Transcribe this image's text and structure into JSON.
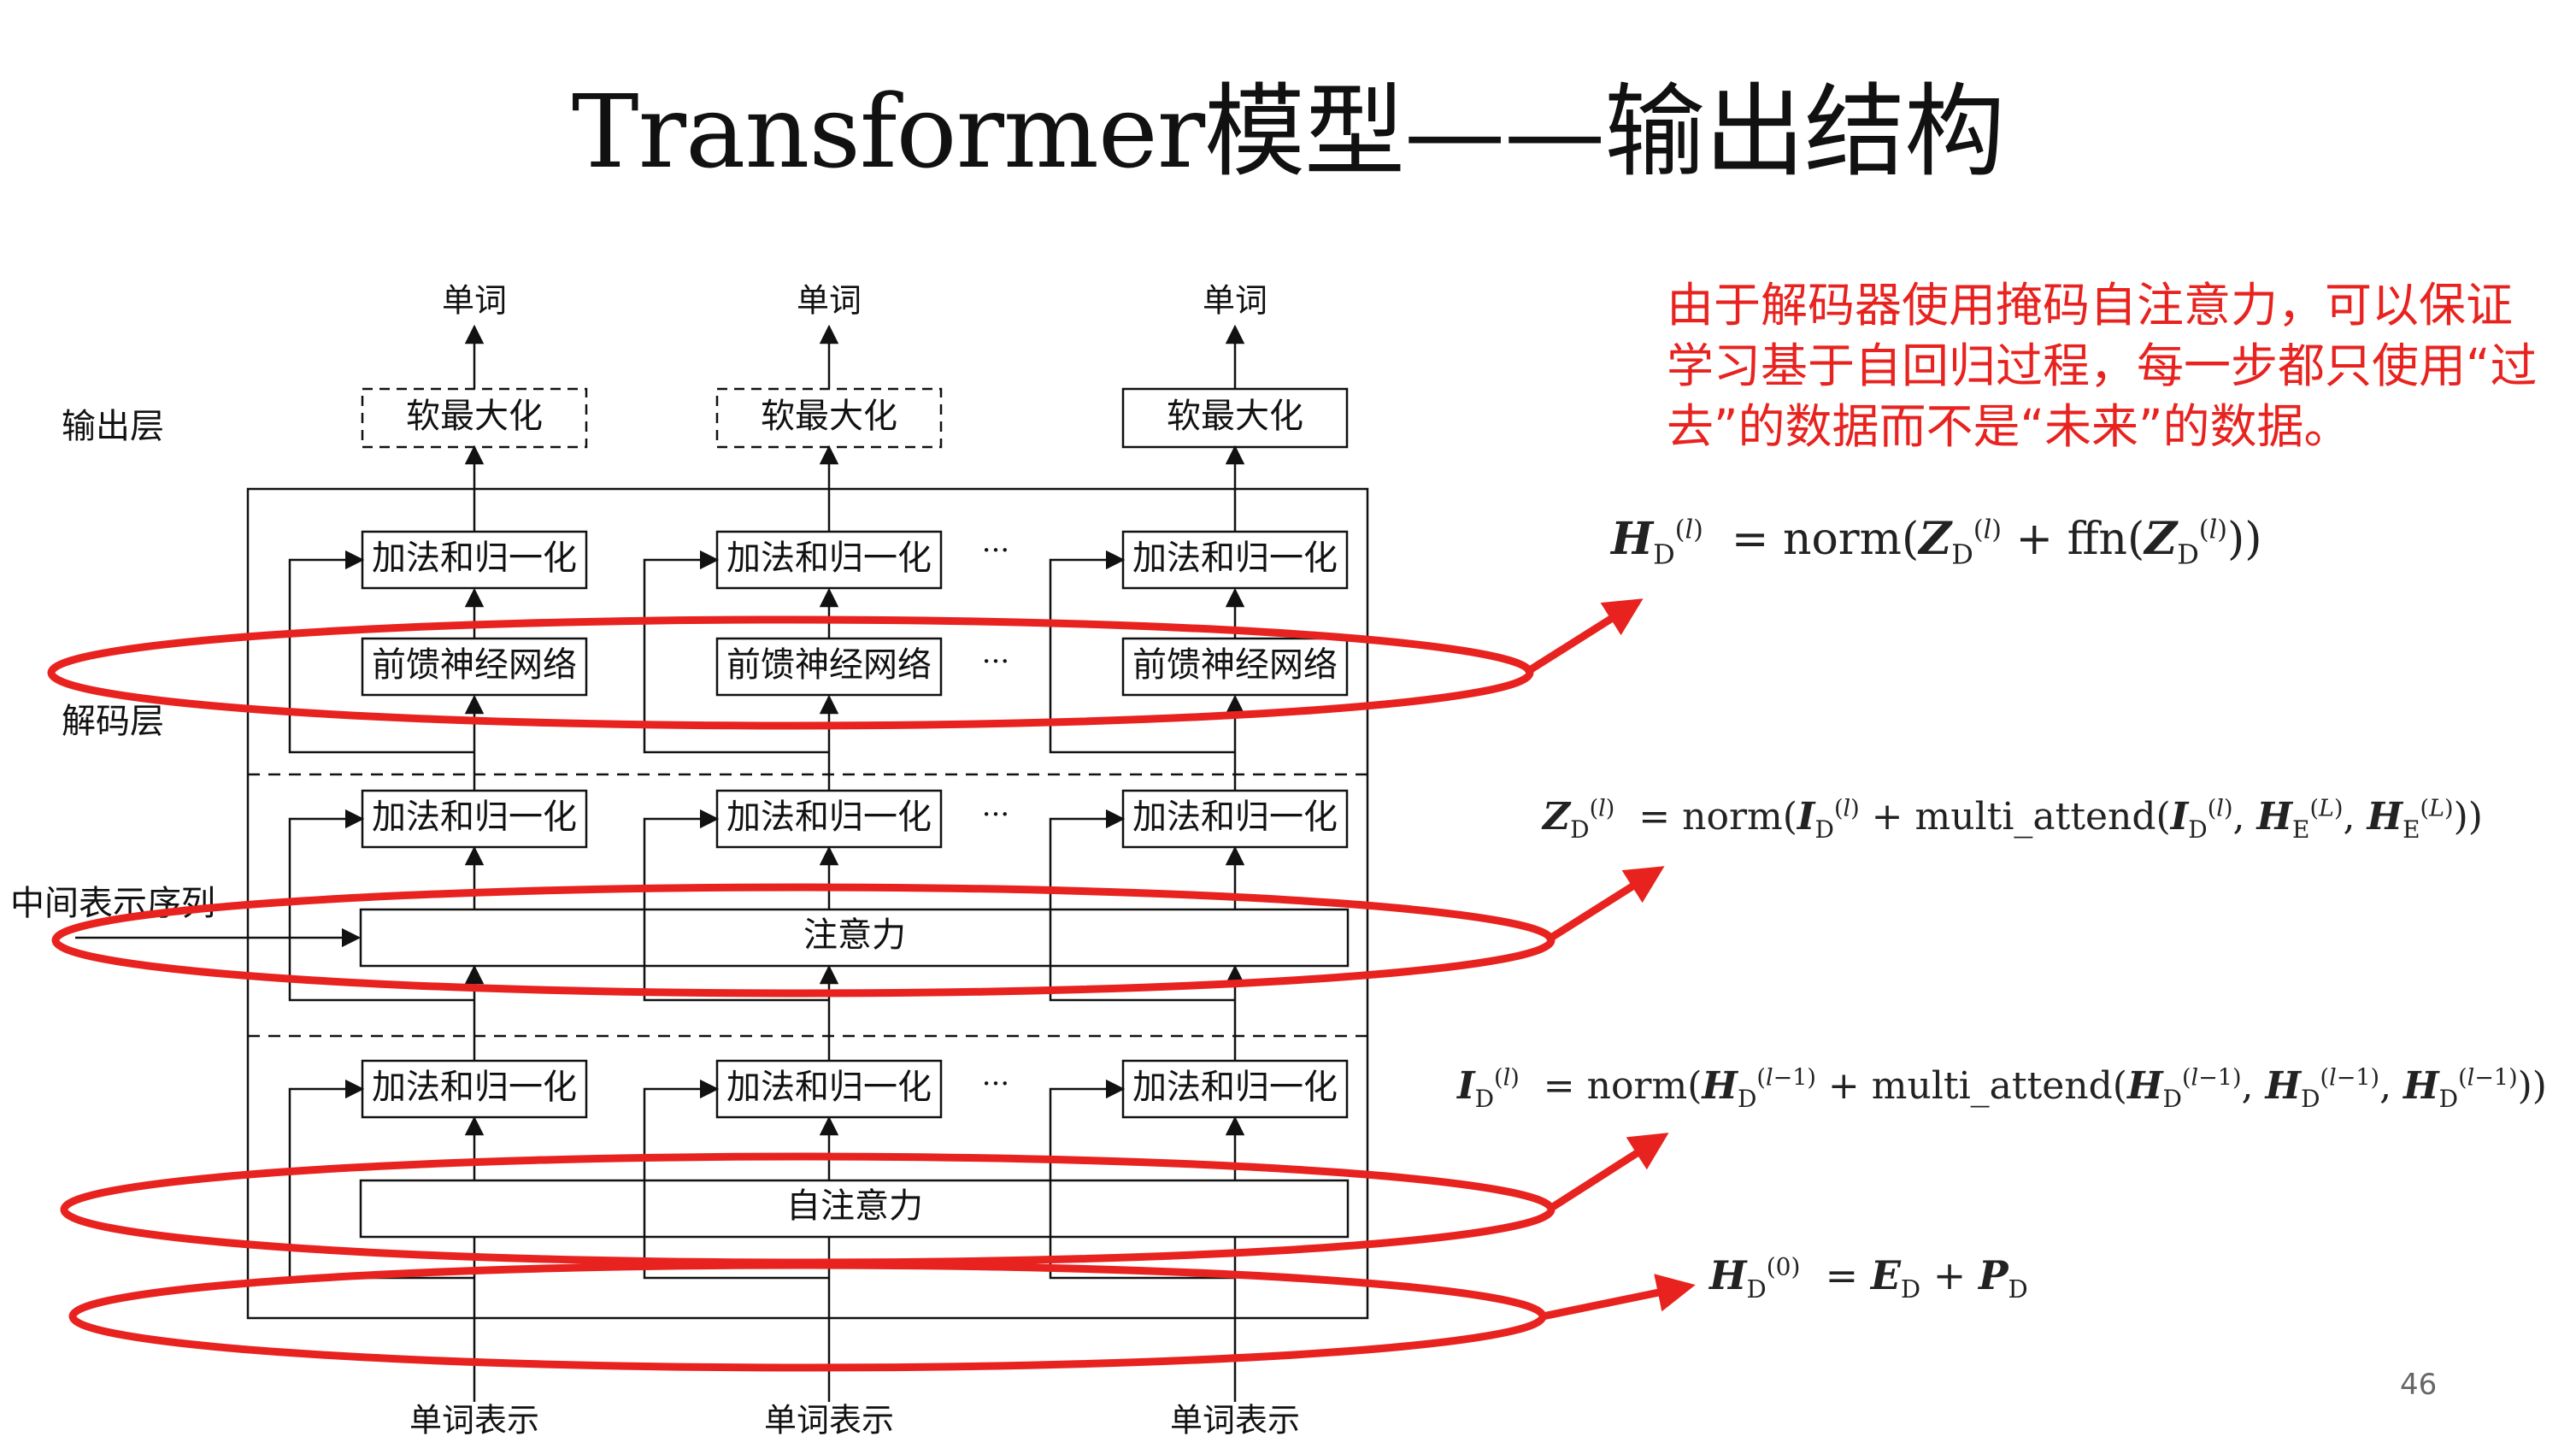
{
  "slide": {
    "title": "Transformer模型——输出结构",
    "note": "由于解码器使用掩码自注意力，可以保证学习基于自回归过程，每一步都只使用“过去”的数据而不是“未来”的数据。",
    "page_number": "46"
  },
  "diagram": {
    "side_labels": {
      "output_layer": "输出层",
      "decoder_layer": "解码层",
      "intermediate_sequence": "中间表示序列"
    },
    "top_word": "单词",
    "bottom_word": "单词表示",
    "softmax": "软最大化",
    "add_norm": "加法和归一化",
    "ffn": "前馈神经网络",
    "attention": "注意力",
    "self_attention": "自注意力",
    "ellipsis": "···"
  },
  "equations": {
    "h_d": "H_D^(l) = norm(Z_D^(l) + ffn(Z_D^(l)))",
    "z_d": "Z_D^(l) = norm(I_D^(l) + multi_attend(I_D^(l), H_E^(L), H_E^(L)))",
    "i_d": "I_D^(l) = norm(H_D^(l-1) + multi_attend(H_D^(l-1), H_D^(l-1), H_D^(l-1)))",
    "h0": "H_D^(0) = E_D + P_D"
  },
  "colors": {
    "highlight": "#e8231f",
    "line": "#111111"
  }
}
